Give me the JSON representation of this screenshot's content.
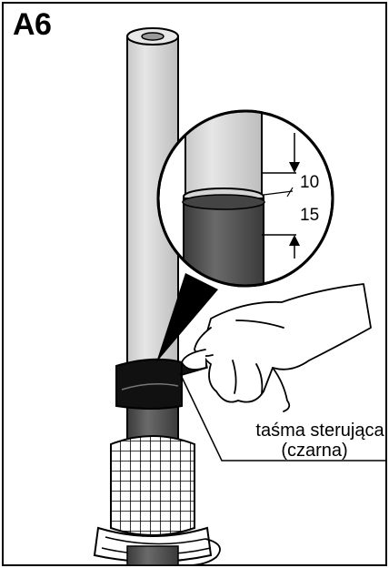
{
  "step": {
    "label": "A6"
  },
  "detail": {
    "dimension_top": "10",
    "dimension_bottom": "15"
  },
  "callout": {
    "line1": "taśma sterująca",
    "line2": "(czarna)"
  },
  "colors": {
    "line": "#000000",
    "cable_light": "#d9d9d9",
    "cable_dark": "#555555",
    "tape": "#111111",
    "background": "#ffffff"
  }
}
